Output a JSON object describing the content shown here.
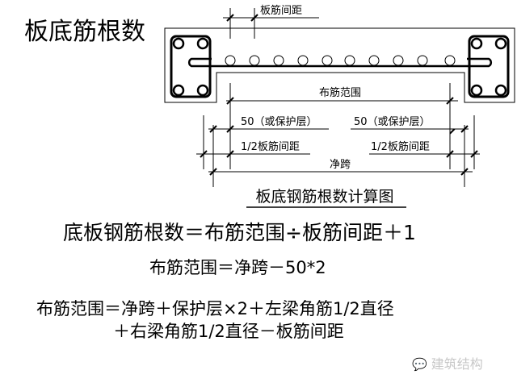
{
  "title": "板底筋根数",
  "diagram": {
    "spacing_label": "板筋间距",
    "range_label": "布筋范围",
    "cover_left": "50（或保护层）",
    "cover_right": "50（或保护层）",
    "half_spacing_left": "1/2板筋间距",
    "half_spacing_right": "1/2板筋间距",
    "clear_span_label": "净跨",
    "caption": "板底钢筋根数计算图"
  },
  "formulas": {
    "f1": "底板钢筋根数＝布筋范围÷板筋间距＋1",
    "f2": "布筋范围＝净跨－50*2",
    "f3": "布筋范围＝净跨＋保护层×2＋左梁角筋1/2直径",
    "f4": "＋右梁角筋1/2直径－板筋间距"
  },
  "watermark": "建筑结构"
}
